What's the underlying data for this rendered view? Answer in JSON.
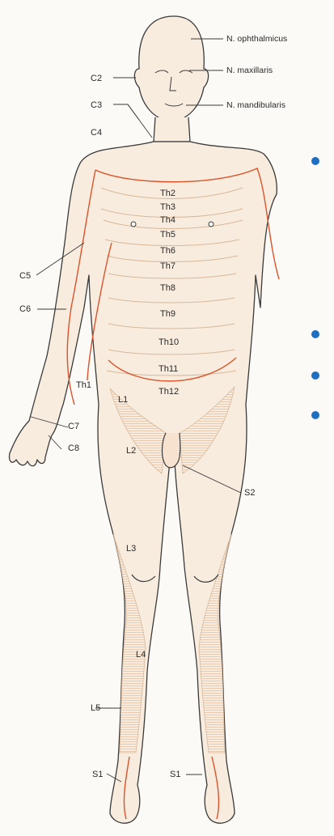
{
  "colors": {
    "skin": "#f6e7d6",
    "skin_dark": "#efd6bd",
    "band": "#f3dcc6",
    "outline": "#3a3a3a",
    "red": "#d9542a",
    "bullet": "#1e6fc1",
    "hatch": "#e6c8ad"
  },
  "labels": {
    "n_ophthalmicus": "N. ophthalmicus",
    "n_maxillaris": "N. maxillaris",
    "n_mandibularis": "N. mandibularis",
    "c2": "C2",
    "c3": "C3",
    "c4": "C4",
    "c5": "C5",
    "c6": "C6",
    "c7": "C7",
    "c8": "C8",
    "th1": "Th1",
    "th2": "Th2",
    "th3": "Th3",
    "th4": "Th4",
    "th5": "Th5",
    "th6": "Th6",
    "th7": "Th7",
    "th8": "Th8",
    "th9": "Th9",
    "th10": "Th10",
    "th11": "Th11",
    "th12": "Th12",
    "l1": "L1",
    "l2": "L2",
    "l3": "L3",
    "l4": "L4",
    "l5": "L5",
    "s1_left": "S1",
    "s1_right": "S1",
    "s2": "S2"
  },
  "bullets": 4
}
